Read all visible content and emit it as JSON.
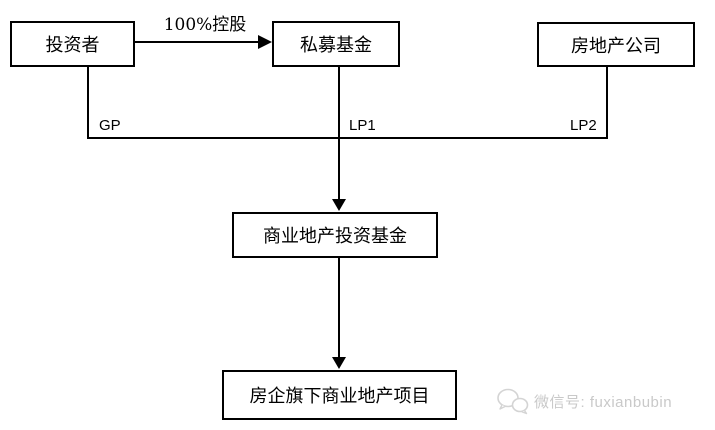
{
  "diagram": {
    "nodes": {
      "investor": "投资者",
      "private_fund": "私募基金",
      "developer": "房地产公司",
      "commercial_fund": "商业地产投资基金",
      "project": "房企旗下商业地产项目"
    },
    "labels": {
      "holding": "100%控股",
      "gp": "GP",
      "lp1": "LP1",
      "lp2": "LP2"
    },
    "colors": {
      "line": "#000000",
      "border": "#000000",
      "background": "#ffffff"
    }
  },
  "watermark": {
    "icon": "wechat-icon",
    "text": "微信号: fuxianbubin",
    "color": "#c9c9c9"
  }
}
